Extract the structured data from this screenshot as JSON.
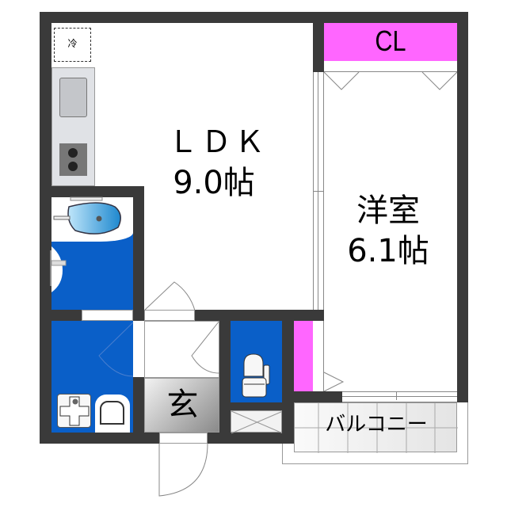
{
  "floorplan": {
    "rooms": {
      "ldk": {
        "name": "ＬＤＫ",
        "size": "9.0帖"
      },
      "western_room": {
        "name": "洋室",
        "size": "6.1帖"
      },
      "closet": {
        "name": "CL"
      },
      "entrance": {
        "name": "玄"
      },
      "balcony": {
        "name": "バルコニー"
      },
      "fridge": {
        "name": "冷"
      }
    },
    "colors": {
      "wall": "#3a3a3a",
      "wet_area": "#0a5fc8",
      "storage": "#ff66ff",
      "kitchen_counter": "#e0e2e6",
      "entrance_floor": "#a0a0a0"
    }
  }
}
